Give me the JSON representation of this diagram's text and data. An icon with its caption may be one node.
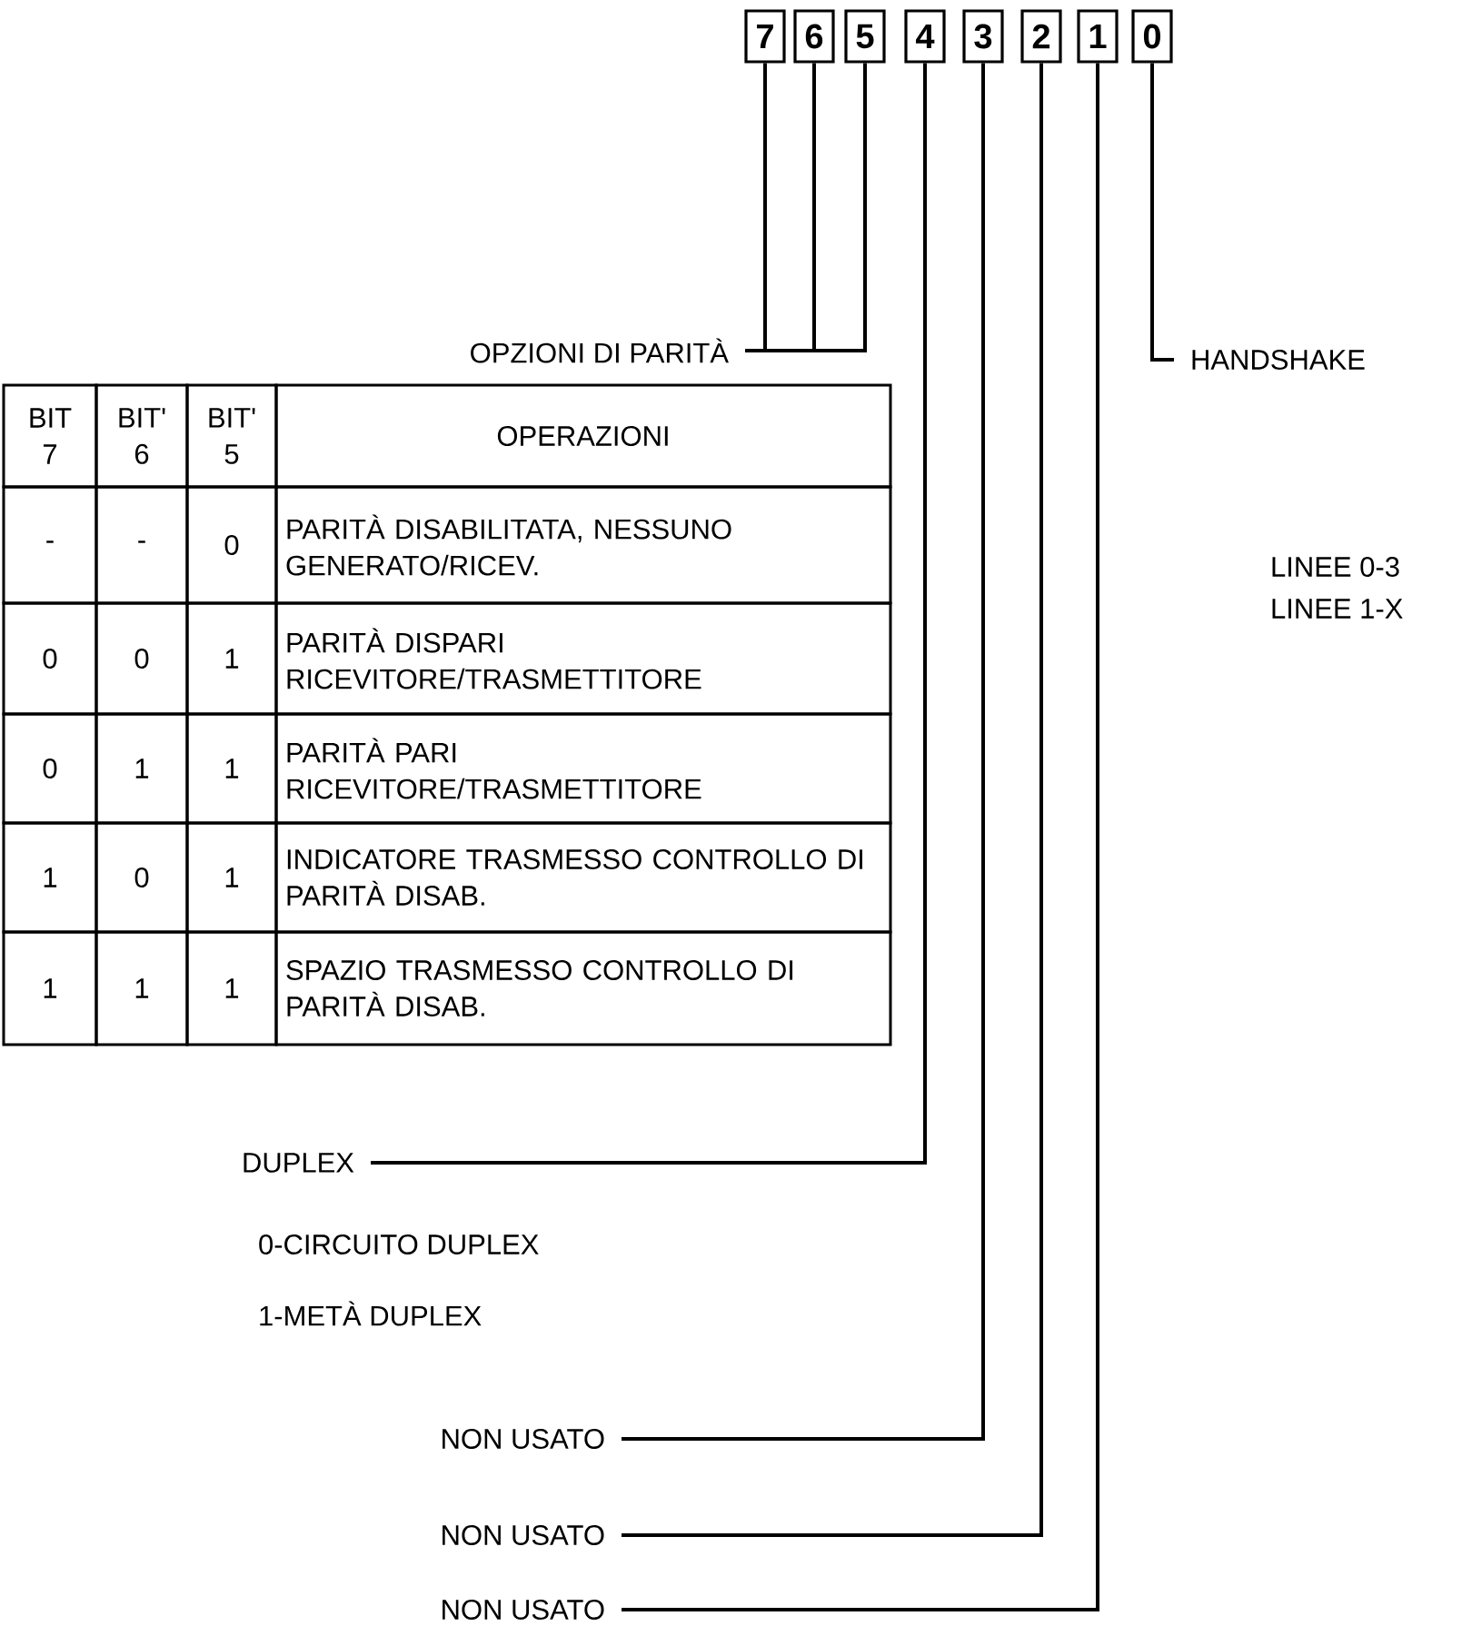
{
  "diagram": {
    "nodes": [
      {
        "text": [
          "7"
        ]
      },
      {
        "text": [
          "6"
        ]
      },
      {
        "text": [
          "5"
        ]
      },
      {
        "text": [
          "4"
        ]
      },
      {
        "text": [
          "3"
        ]
      },
      {
        "text": [
          "2"
        ]
      },
      {
        "text": [
          "1"
        ]
      },
      {
        "text": [
          "0"
        ]
      },
      {
        "text": [
          "OPZIONI DI PARITÀ"
        ]
      },
      {
        "text": [
          "HANDSHAKE"
        ]
      },
      {
        "text": [
          "DUPLEX"
        ]
      },
      {
        "text": [
          "NON USATO"
        ]
      },
      {
        "text": [
          "NON USATO"
        ]
      },
      {
        "text": [
          "NON USATO"
        ]
      }
    ],
    "edges": [
      {
        "from": 0,
        "to": 8,
        "arrow": "none"
      },
      {
        "from": 1,
        "to": 8,
        "arrow": "none"
      },
      {
        "from": 2,
        "to": 8,
        "arrow": "none"
      },
      {
        "from": 7,
        "to": 9,
        "arrow": "none"
      },
      {
        "from": 3,
        "to": 10,
        "arrow": "none"
      },
      {
        "from": 4,
        "to": 11,
        "arrow": "none"
      },
      {
        "from": 5,
        "to": 12,
        "arrow": "none"
      },
      {
        "from": 6,
        "to": 13,
        "arrow": "none"
      }
    ],
    "labels": [
      "LINEE 0-3",
      "LINEE 1-X",
      "BIT 7",
      "BIT' 6",
      "BIT' 5",
      "OPERAZIONI",
      "-",
      "-",
      "0",
      "PARITÀ DISABILITATA, NESSUNO GENERATO/RICEV.",
      "0",
      "0",
      "1",
      "PARITÀ DISPARI RICEVITORE/TRASMETTITORE",
      "0",
      "1",
      "1",
      "PARITÀ PARI RICEVITORE/TRASMETTITORE",
      "1",
      "0",
      "1",
      "INDICATORE TRASMESSO CONTROLLO DI PARITÀ DISAB.",
      "1",
      "1",
      "1",
      "SPAZIO TRASMESSO CONTROLLO DI PARITÀ DISAB.",
      "0-CIRCUITO DUPLEX",
      "1-METÀ DUPLEX"
    ]
  }
}
